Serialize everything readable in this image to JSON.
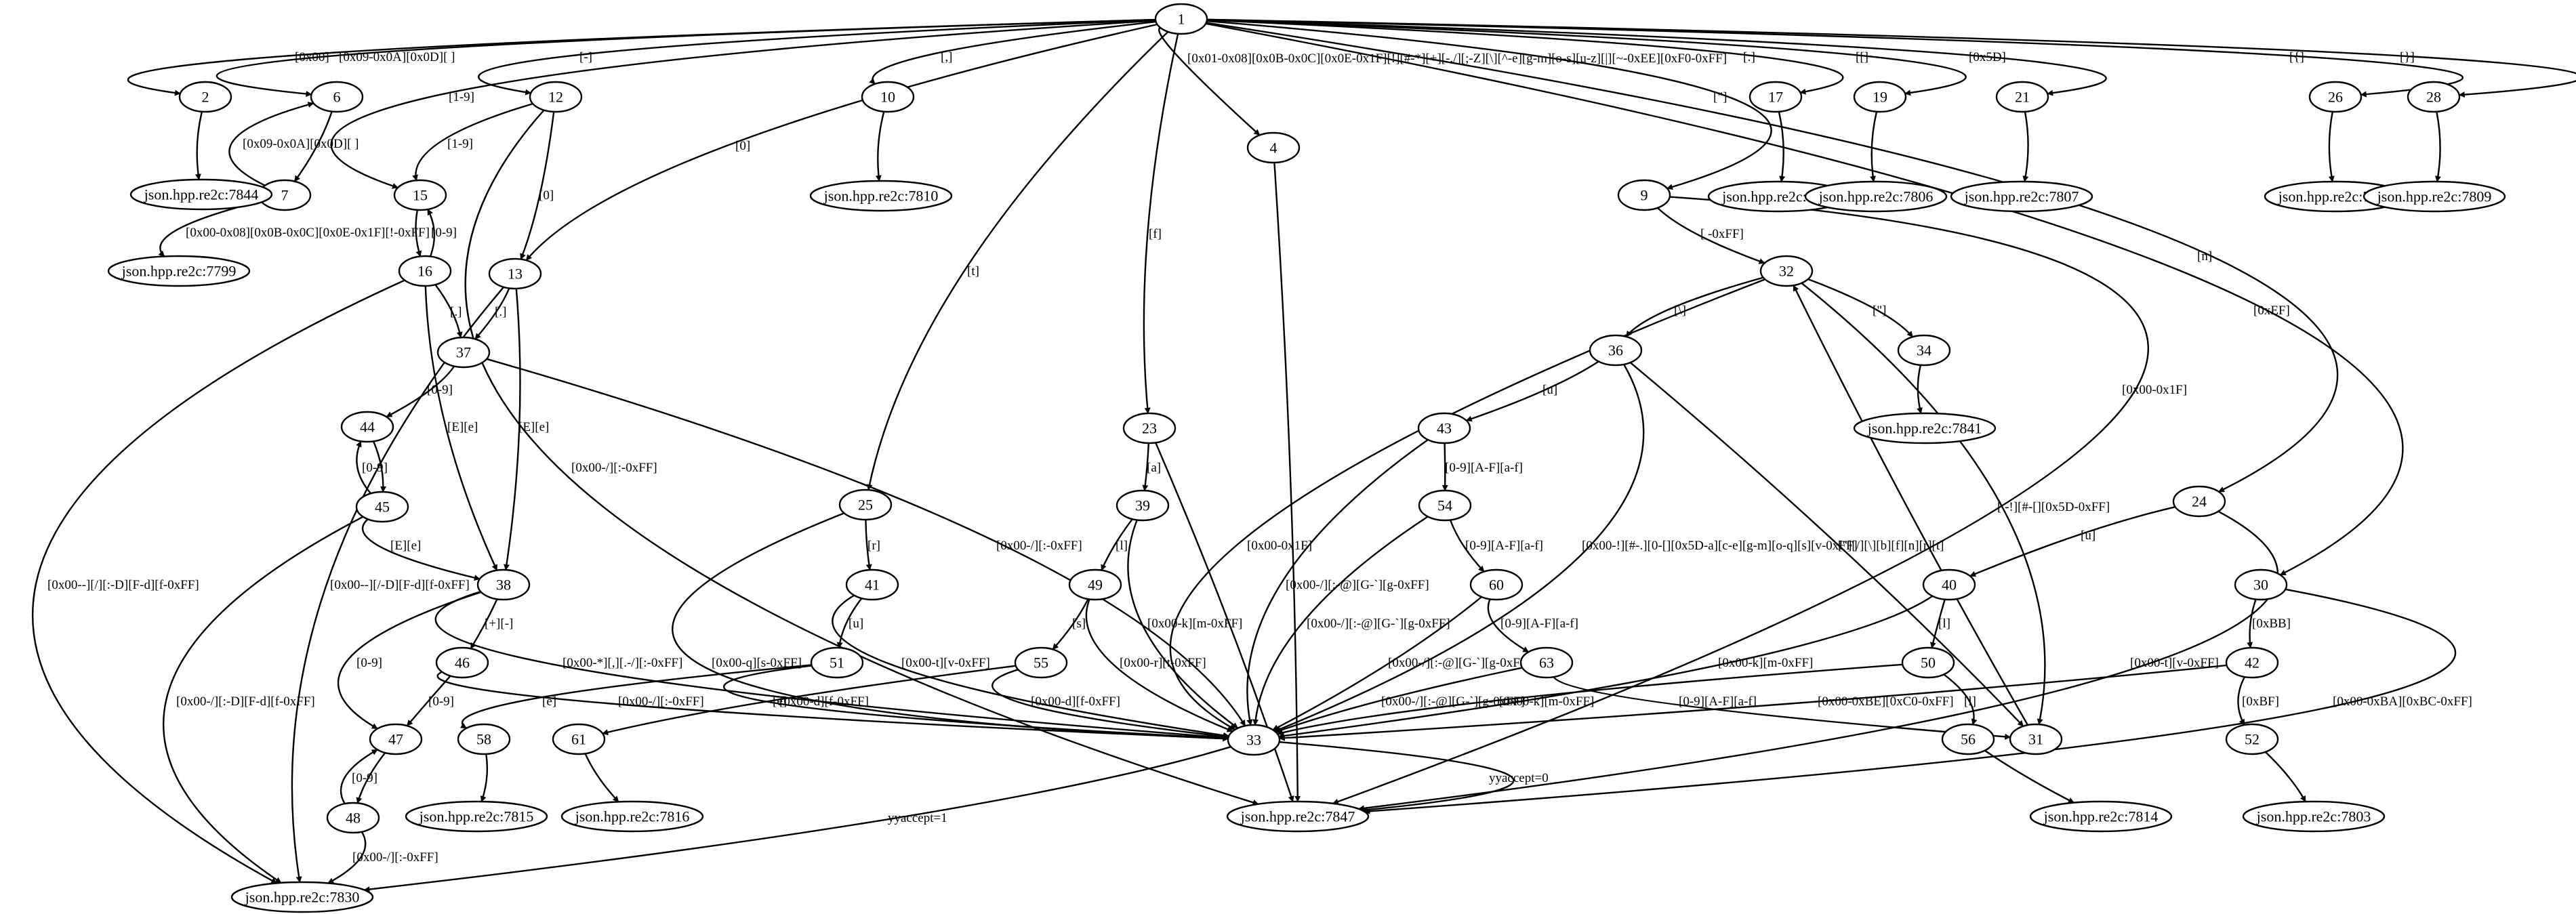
{
  "graph": {
    "nodes": [
      {
        "id": "n1",
        "label": "1"
      },
      {
        "id": "n2",
        "label": "2"
      },
      {
        "id": "n4",
        "label": "4"
      },
      {
        "id": "n6",
        "label": "6"
      },
      {
        "id": "n7",
        "label": "7"
      },
      {
        "id": "n9",
        "label": "9"
      },
      {
        "id": "n10",
        "label": "10"
      },
      {
        "id": "n12",
        "label": "12"
      },
      {
        "id": "n13",
        "label": "13"
      },
      {
        "id": "n15",
        "label": "15"
      },
      {
        "id": "n16",
        "label": "16"
      },
      {
        "id": "n17",
        "label": "17"
      },
      {
        "id": "n19",
        "label": "19"
      },
      {
        "id": "n21",
        "label": "21"
      },
      {
        "id": "n23",
        "label": "23"
      },
      {
        "id": "n24",
        "label": "24"
      },
      {
        "id": "n25",
        "label": "25"
      },
      {
        "id": "n26",
        "label": "26"
      },
      {
        "id": "n28",
        "label": "28"
      },
      {
        "id": "n30",
        "label": "30"
      },
      {
        "id": "n31",
        "label": "31"
      },
      {
        "id": "n32",
        "label": "32"
      },
      {
        "id": "n33",
        "label": "33"
      },
      {
        "id": "n34",
        "label": "34"
      },
      {
        "id": "n36",
        "label": "36"
      },
      {
        "id": "n37",
        "label": "37"
      },
      {
        "id": "n38",
        "label": "38"
      },
      {
        "id": "n39",
        "label": "39"
      },
      {
        "id": "n40",
        "label": "40"
      },
      {
        "id": "n41",
        "label": "41"
      },
      {
        "id": "n42",
        "label": "42"
      },
      {
        "id": "n43",
        "label": "43"
      },
      {
        "id": "n44",
        "label": "44"
      },
      {
        "id": "n45",
        "label": "45"
      },
      {
        "id": "n46",
        "label": "46"
      },
      {
        "id": "n47",
        "label": "47"
      },
      {
        "id": "n48",
        "label": "48"
      },
      {
        "id": "n49",
        "label": "49"
      },
      {
        "id": "n50",
        "label": "50"
      },
      {
        "id": "n51",
        "label": "51"
      },
      {
        "id": "n52",
        "label": "52"
      },
      {
        "id": "n54",
        "label": "54"
      },
      {
        "id": "n55",
        "label": "55"
      },
      {
        "id": "n56",
        "label": "56"
      },
      {
        "id": "n58",
        "label": "58"
      },
      {
        "id": "n60",
        "label": "60"
      },
      {
        "id": "n61",
        "label": "61"
      },
      {
        "id": "n63",
        "label": "63"
      },
      {
        "id": "r7844",
        "label": "json.hpp.re2c:7844"
      },
      {
        "id": "r7799",
        "label": "json.hpp.re2c:7799"
      },
      {
        "id": "r7810",
        "label": "json.hpp.re2c:7810"
      },
      {
        "id": "r7811",
        "label": "json.hpp.re2c:7811"
      },
      {
        "id": "r7806",
        "label": "json.hpp.re2c:7806"
      },
      {
        "id": "r7807",
        "label": "json.hpp.re2c:7807"
      },
      {
        "id": "r7808",
        "label": "json.hpp.re2c:7808"
      },
      {
        "id": "r7809",
        "label": "json.hpp.re2c:7809"
      },
      {
        "id": "r7841",
        "label": "json.hpp.re2c:7841"
      },
      {
        "id": "r7815",
        "label": "json.hpp.re2c:7815"
      },
      {
        "id": "r7816",
        "label": "json.hpp.re2c:7816"
      },
      {
        "id": "r7847",
        "label": "json.hpp.re2c:7847"
      },
      {
        "id": "r7814",
        "label": "json.hpp.re2c:7814"
      },
      {
        "id": "r7803",
        "label": "json.hpp.re2c:7803"
      },
      {
        "id": "r7830",
        "label": "json.hpp.re2c:7830"
      }
    ],
    "edges": [
      {
        "id": "e1-2",
        "label": "[0x00]"
      },
      {
        "id": "e1-6",
        "label": "[0x09-0x0A][0x0D][ ]"
      },
      {
        "id": "e1-15",
        "label": "[1-9]"
      },
      {
        "id": "e1-12",
        "label": "[-]"
      },
      {
        "id": "e1-13",
        "label": "[0]"
      },
      {
        "id": "e1-10",
        "label": "[,]"
      },
      {
        "id": "e1-25",
        "label": "[t]"
      },
      {
        "id": "e1-23",
        "label": "[f]"
      },
      {
        "id": "e1-4",
        "label": "[0x01-0x08][0x0B-0x0C][0x0E-0x1F][!][#-*][+][-./][;-Z][\\][^-e][g-m][o-s][u-z][|][~-0xEE][0xF0-0xFF]"
      },
      {
        "id": "e1-9",
        "label": "[\"]"
      },
      {
        "id": "e1-17",
        "label": "[:]"
      },
      {
        "id": "e1-19",
        "label": "[[]"
      },
      {
        "id": "e1-21",
        "label": "[0x5D]"
      },
      {
        "id": "e1-24",
        "label": "[n]"
      },
      {
        "id": "e1-30",
        "label": "[0xEF]"
      },
      {
        "id": "e1-26",
        "label": "[{]"
      },
      {
        "id": "e1-28",
        "label": "[}]"
      },
      {
        "id": "e6-7",
        "label": ""
      },
      {
        "id": "e7-6",
        "label": "[0x09-0x0A][0x0D][ ]"
      },
      {
        "id": "e7-r7799",
        "label": "[0x00-0x08][0x0B-0x0C][0x0E-0x1F][!-0xFF]"
      },
      {
        "id": "e2-r7844",
        "label": ""
      },
      {
        "id": "e12-15",
        "label": "[1-9]"
      },
      {
        "id": "e12-13",
        "label": "[0]"
      },
      {
        "id": "e12-r7847",
        "label": "[0x00-/][:-0xFF]"
      },
      {
        "id": "e15-16",
        "label": ""
      },
      {
        "id": "e16-15",
        "label": "[0-9]"
      },
      {
        "id": "e16-37",
        "label": "[.]"
      },
      {
        "id": "e16-38",
        "label": "[E][e]"
      },
      {
        "id": "e16-r7830",
        "label": "[0x00--][/][:-D][F-d][f-0xFF]"
      },
      {
        "id": "e13-37",
        "label": "[.]"
      },
      {
        "id": "e13-38",
        "label": "[E][e]"
      },
      {
        "id": "e13-r7830",
        "label": "[0x00--][/-D][F-d][f-0xFF]"
      },
      {
        "id": "e10-r7810",
        "label": ""
      },
      {
        "id": "e37-44",
        "label": "[0-9]"
      },
      {
        "id": "e37-33",
        "label": "[0x00-/][:-0xFF]"
      },
      {
        "id": "e44-45",
        "label": ""
      },
      {
        "id": "e45-44",
        "label": "[0-9]"
      },
      {
        "id": "e45-38",
        "label": "[E][e]"
      },
      {
        "id": "e45-r7830",
        "label": "[0x00-/][:-D][F-d][f-0xFF]"
      },
      {
        "id": "e38-46",
        "label": "[+][-]"
      },
      {
        "id": "e38-47",
        "label": "[0-9]"
      },
      {
        "id": "e38-33",
        "label": "[0x00-*][,][.-/][:-0xFF]"
      },
      {
        "id": "e46-47",
        "label": "[0-9]"
      },
      {
        "id": "e46-33",
        "label": "[0x00-/][:-0xFF]"
      },
      {
        "id": "e47-48",
        "label": ""
      },
      {
        "id": "e48-47",
        "label": "[0-9]"
      },
      {
        "id": "e48-r7830",
        "label": "[0x00-/][:-0xFF]"
      },
      {
        "id": "e25-41",
        "label": "[r]"
      },
      {
        "id": "e25-33",
        "label": "[0x00-q][s-0xFF]"
      },
      {
        "id": "e41-51",
        "label": "[u]"
      },
      {
        "id": "e41-33",
        "label": "[0x00-t][v-0xFF]"
      },
      {
        "id": "e51-58",
        "label": "[e]"
      },
      {
        "id": "e51-33",
        "label": "[0x00-d][f-0xFF]"
      },
      {
        "id": "e58-r7815",
        "label": ""
      },
      {
        "id": "e23-39",
        "label": "[a]"
      },
      {
        "id": "e23-r7847",
        "label": ""
      },
      {
        "id": "e39-49",
        "label": "[l]"
      },
      {
        "id": "e39-33",
        "label": "[0x00-k][m-0xFF]"
      },
      {
        "id": "e49-55",
        "label": "[s]"
      },
      {
        "id": "e49-33",
        "label": "[0x00-r][t-0xFF]"
      },
      {
        "id": "e55-61",
        "label": "[e]"
      },
      {
        "id": "e55-33",
        "label": "[0x00-d][f-0xFF]"
      },
      {
        "id": "e61-r7816",
        "label": ""
      },
      {
        "id": "e4-r7847",
        "label": ""
      },
      {
        "id": "e9-32",
        "label": "[ -0xFF]"
      },
      {
        "id": "e9-r7847",
        "label": "[0x00-0x1F]"
      },
      {
        "id": "e32-36",
        "label": "[\\]"
      },
      {
        "id": "e32-34",
        "label": "[\"]"
      },
      {
        "id": "e32-33",
        "label": "[0x00-0x1F]"
      },
      {
        "id": "e32-31",
        "label": "[ -!][#-[][0x5D-0xFF]"
      },
      {
        "id": "e34-r7841",
        "label": ""
      },
      {
        "id": "e36-43",
        "label": "[u]"
      },
      {
        "id": "e36-33",
        "label": "[0x00-!][#-.][0-[][0x5D-a][c-e][g-m][o-q][s][v-0xFF]"
      },
      {
        "id": "e36-31",
        "label": "[\"][/][\\][b][f][n][r][t]"
      },
      {
        "id": "e43-54",
        "label": "[0-9][A-F][a-f]"
      },
      {
        "id": "e43-33",
        "label": "[0x00-/][:-@][G-`][g-0xFF]"
      },
      {
        "id": "e54-60",
        "label": "[0-9][A-F][a-f]"
      },
      {
        "id": "e54-33",
        "label": "[0x00-/][:-@][G-`][g-0xFF]"
      },
      {
        "id": "e60-63",
        "label": "[0-9][A-F][a-f]"
      },
      {
        "id": "e60-33",
        "label": "[0x00-/][:-@][G-`][g-0xFF]"
      },
      {
        "id": "e63-31",
        "label": "[0-9][A-F][a-f]"
      },
      {
        "id": "e63-33",
        "label": "[0x00-/][:-@][G-`][g-0xFF]"
      },
      {
        "id": "e31-32",
        "label": ""
      },
      {
        "id": "e17-r7811",
        "label": ""
      },
      {
        "id": "e19-r7806",
        "label": ""
      },
      {
        "id": "e21-r7807",
        "label": ""
      },
      {
        "id": "e24-40",
        "label": "[u]"
      },
      {
        "id": "e24-r7847",
        "label": "[0x00-t][v-0xFF]"
      },
      {
        "id": "e40-50",
        "label": "[l]"
      },
      {
        "id": "e40-33",
        "label": "[0x00-k][m-0xFF]"
      },
      {
        "id": "e50-56",
        "label": "[l]"
      },
      {
        "id": "e50-33",
        "label": "[0x00-k][m-0xFF]"
      },
      {
        "id": "e56-r7814",
        "label": ""
      },
      {
        "id": "e30-42",
        "label": "[0xBB]"
      },
      {
        "id": "e30-r7847",
        "label": "[0x00-0xBA][0xBC-0xFF]"
      },
      {
        "id": "e42-52",
        "label": "[0xBF]"
      },
      {
        "id": "e42-33",
        "label": "[0x00-0xBE][0xC0-0xFF]"
      },
      {
        "id": "e52-r7803",
        "label": ""
      },
      {
        "id": "e26-r7808",
        "label": ""
      },
      {
        "id": "e28-r7809",
        "label": ""
      },
      {
        "id": "e33-r7847",
        "label": "yyaccept=0"
      },
      {
        "id": "e33-r7830",
        "label": "yyaccept=1"
      }
    ]
  }
}
